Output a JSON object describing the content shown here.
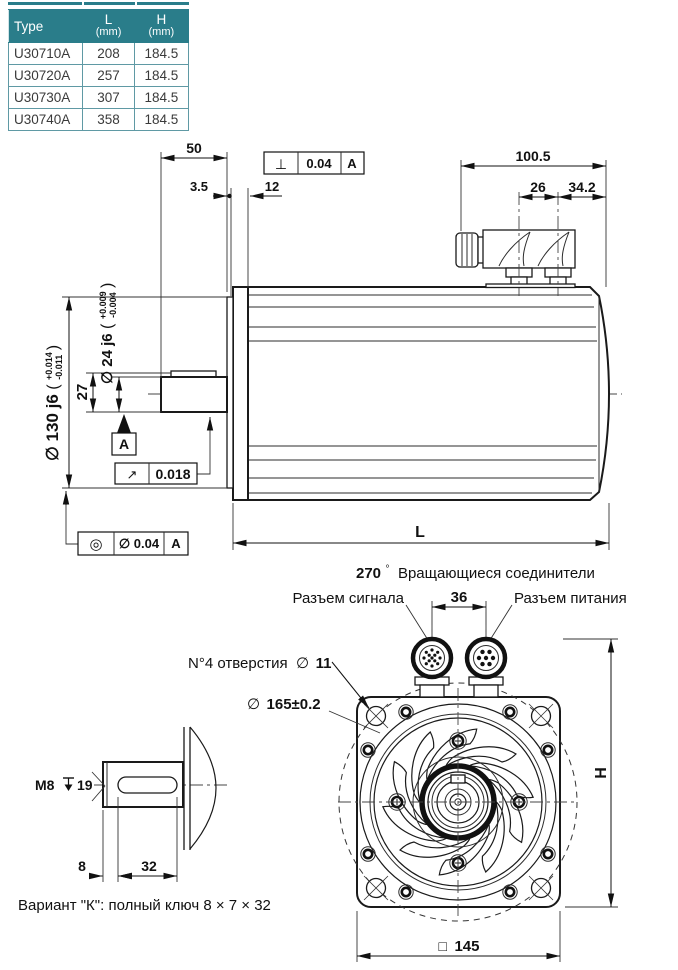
{
  "table": {
    "col_headers": [
      {
        "label": "Type",
        "sub": ""
      },
      {
        "label": "L",
        "sub": "(mm)"
      },
      {
        "label": "H",
        "sub": "(mm)"
      }
    ],
    "rows": [
      {
        "type": "U30710A",
        "l": "208",
        "h": "184.5"
      },
      {
        "type": "U30720A",
        "l": "257",
        "h": "184.5"
      },
      {
        "type": "U30730A",
        "l": "307",
        "h": "184.5"
      },
      {
        "type": "U30740A",
        "l": "358",
        "h": "184.5"
      }
    ]
  },
  "side_view": {
    "dim_50": "50",
    "dim_3_5": "3.5",
    "dim_12": "12",
    "perp_frame": {
      "symbol": "⊥",
      "value": "0.04",
      "datum": "A"
    },
    "dim_100_5": "100.5",
    "dim_26": "26",
    "dim_34_2": "34.2",
    "dia130": {
      "text": "∅ 130 j6",
      "open": "(",
      "tol_plus": "+0.014",
      "tol_minus": "-0.011",
      "close": ")"
    },
    "dim_27": "27",
    "dia24": {
      "text": "∅ 24 j6",
      "open": "(",
      "tol_plus": "+0.009",
      "tol_minus": "-0.004",
      "close": ")"
    },
    "datum_a": "A",
    "runout_frame": {
      "symbol": "↗",
      "value": "0.018"
    },
    "conc_frame": {
      "symbol": "◎",
      "value": "∅ 0.04",
      "datum": "A"
    },
    "dim_L": "L"
  },
  "front_view": {
    "rotate_note": {
      "angle": "270",
      "degree": "°",
      "text": "Вращающиеся соединители"
    },
    "signal_label": "Разъем сигнала",
    "power_label": "Разъем питания",
    "dim_36": "36",
    "holes_note": {
      "text": "N°4 отверстия",
      "dia": "∅",
      "value": "11"
    },
    "bolt_circle": {
      "dia": "∅",
      "value": "165±0.2"
    },
    "dim_H": "H",
    "square_dim": {
      "symbol": "□",
      "value": "145"
    }
  },
  "shaft_view": {
    "thread_prefix": "M8",
    "thread_depth": "19",
    "dim_8": "8",
    "dim_32": "32",
    "caption": "Вариант \"К\": полный ключ 8 × 7 × 32"
  },
  "colors": {
    "table_header_bg": "#2a7d8a",
    "line": "#1a1a1a"
  }
}
